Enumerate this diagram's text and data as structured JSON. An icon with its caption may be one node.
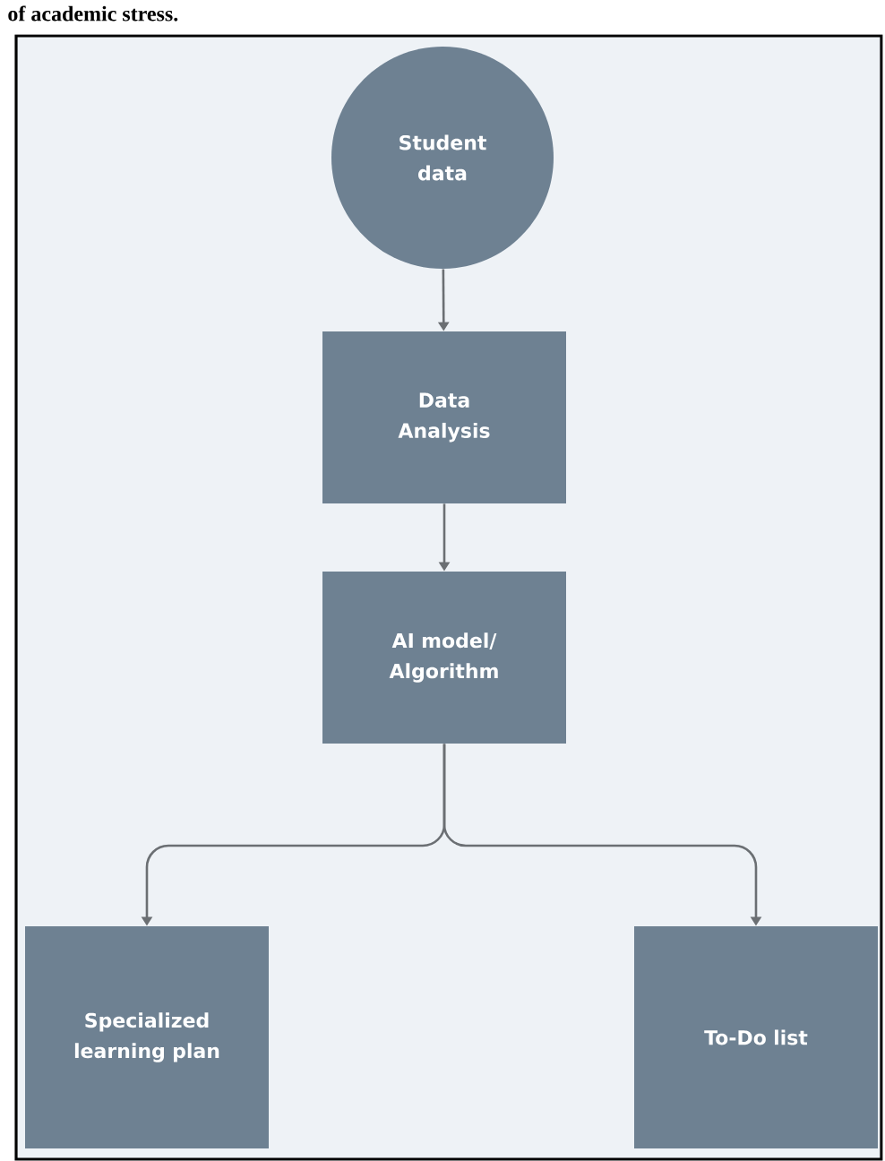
{
  "diagram": {
    "nodes": [
      {
        "text": [
          "Student data"
        ]
      },
      {
        "text": [
          "Data Analysis"
        ]
      },
      {
        "text": [
          "AI model/ Algorithm"
        ]
      },
      {
        "text": [
          "Specialized learning plan"
        ]
      },
      {
        "text": [
          "To-Do list"
        ]
      }
    ],
    "edges": [
      {
        "from": 0,
        "to": 1,
        "arrow": "to"
      },
      {
        "from": 1,
        "to": 2,
        "arrow": "to"
      },
      {
        "from": 2,
        "to": 3,
        "arrow": "to"
      },
      {
        "from": 2,
        "to": 4,
        "arrow": "to"
      }
    ],
    "labels": [
      "of academic stress."
    ]
  }
}
